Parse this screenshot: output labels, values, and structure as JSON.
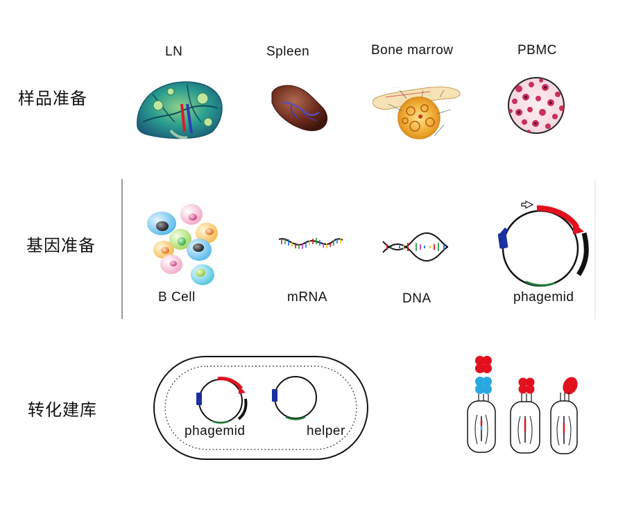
{
  "rows": {
    "sample_prep": "样品准备",
    "gene_prep": "基因准备",
    "library_build": "转化建库"
  },
  "samples": {
    "ln": "LN",
    "spleen": "Spleen",
    "bone_marrow": "Bone marrow",
    "pbmc": "PBMC"
  },
  "genes": {
    "b_cell": "B  Cell",
    "mrna": "mRNA",
    "dna": "DNA",
    "phagemid": "phagemid"
  },
  "library": {
    "phagemid": "phagemid",
    "helper": "helper"
  },
  "colors": {
    "red": "#e3101e",
    "blue": "#1a2fa0",
    "green": "#1f7a3a",
    "cyan": "#2aa7e0"
  }
}
